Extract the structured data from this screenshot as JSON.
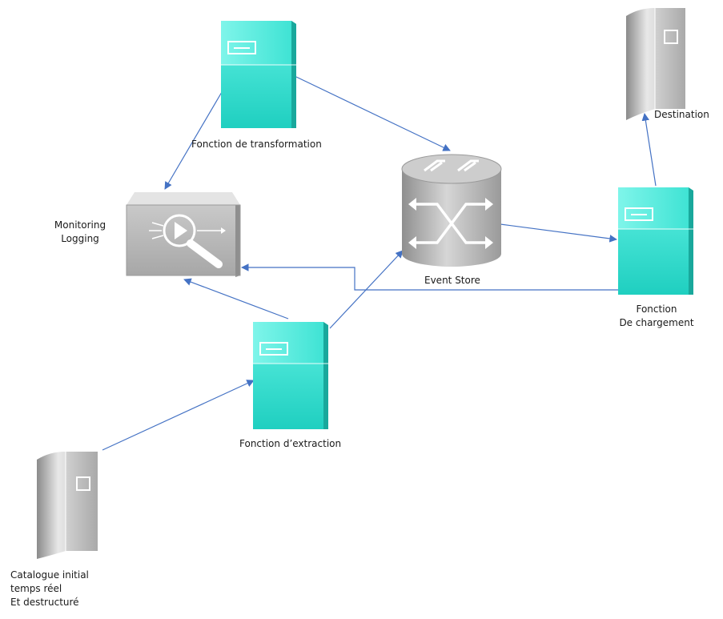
{
  "labels": {
    "transform": "Fonction de transformation",
    "monitoring": [
      "Monitoring",
      "Logging"
    ],
    "event_store": "Event Store",
    "destination": "Destination",
    "loading": [
      "Fonction",
      "De chargement"
    ],
    "extraction": "Fonction d’extraction",
    "source": [
      "Catalogue initial",
      "temps réel",
      "Et destructuré"
    ]
  },
  "colors": {
    "function_server": "#3ee0d2",
    "storage": "#bfbfbf",
    "event_store": "#a9a9a9",
    "arrow": "#4472c4"
  },
  "icons": {
    "transform": "teal-server-icon",
    "extraction": "teal-server-icon",
    "loading": "teal-server-icon",
    "event_store": "cylinder-router-icon",
    "monitoring": "monitoring-appliance-icon",
    "destination": "storage-server-icon",
    "source": "storage-server-icon"
  },
  "connections": [
    {
      "from": "transform",
      "to": "event_store"
    },
    {
      "from": "transform",
      "to": "monitoring"
    },
    {
      "from": "extraction",
      "to": "monitoring"
    },
    {
      "from": "extraction",
      "to": "event_store"
    },
    {
      "from": "source",
      "to": "extraction"
    },
    {
      "from": "event_store",
      "to": "loading"
    },
    {
      "from": "loading",
      "to": "monitoring"
    },
    {
      "from": "loading",
      "to": "destination"
    }
  ]
}
